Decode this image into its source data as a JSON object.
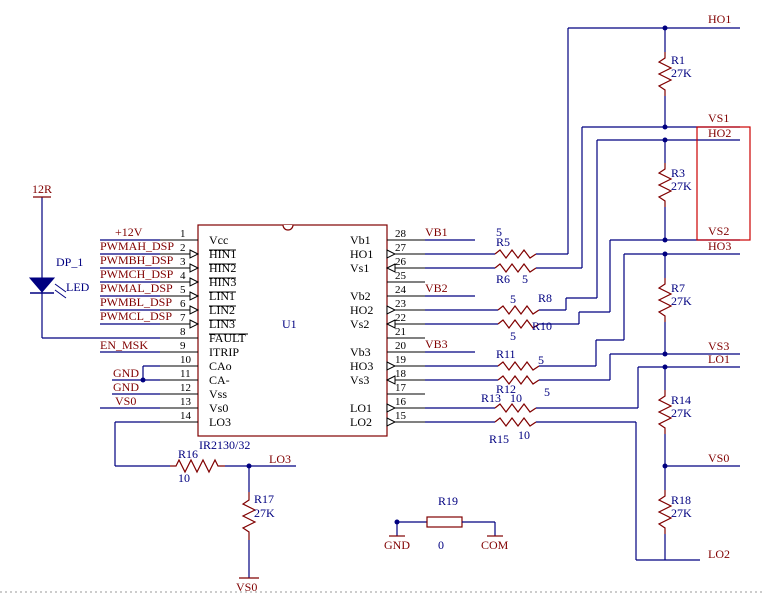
{
  "net_labels": {
    "ho1": "HO1",
    "vs1": "VS1",
    "ho2": "HO2",
    "vs2": "VS2",
    "ho3": "HO3",
    "vs3": "VS3",
    "lo1": "LO1",
    "vs0_right": "VS0",
    "lo3": "LO3",
    "vs0_bottom": "VS0",
    "plus12v": "+12V",
    "r12": "12R",
    "pwmah": "PWMAH_DSP",
    "pwmbh": "PWMBH_DSP",
    "pwmch": "PWMCH_DSP",
    "pwmal": "PWMAL_DSP",
    "pwmbl": "PWMBL_DSP",
    "pwmcl": "PWMCL_DSP",
    "en_msk": "EN_MSK",
    "gnd1": "GND",
    "gnd2": "GND",
    "vs0_left": "VS0",
    "vb1": "VB1",
    "vb2": "VB2",
    "vb3": "VB3",
    "gnd_bottom": "GND",
    "com": "COM",
    "partial_right": "LO2"
  },
  "ic": {
    "designator": "U1",
    "part_number": "IR2130/32",
    "left_pins": [
      {
        "num": "1",
        "name": "Vcc"
      },
      {
        "num": "2",
        "name": "HIN1"
      },
      {
        "num": "3",
        "name": "HIN2"
      },
      {
        "num": "4",
        "name": "HIN3"
      },
      {
        "num": "5",
        "name": "LIN1"
      },
      {
        "num": "6",
        "name": "LIN2"
      },
      {
        "num": "7",
        "name": "LIN3"
      },
      {
        "num": "8",
        "name": "FAULT"
      },
      {
        "num": "9",
        "name": "ITRIP"
      },
      {
        "num": "10",
        "name": "CAo"
      },
      {
        "num": "11",
        "name": "CA-"
      },
      {
        "num": "12",
        "name": "Vss"
      },
      {
        "num": "13",
        "name": "Vs0"
      },
      {
        "num": "14",
        "name": "LO3"
      }
    ],
    "right_pins": [
      {
        "num": "28",
        "name": "Vb1"
      },
      {
        "num": "27",
        "name": "HO1"
      },
      {
        "num": "26",
        "name": "Vs1"
      },
      {
        "num": "25",
        "name": ""
      },
      {
        "num": "24",
        "name": "Vb2"
      },
      {
        "num": "23",
        "name": "HO2"
      },
      {
        "num": "22",
        "name": "Vs2"
      },
      {
        "num": "21",
        "name": ""
      },
      {
        "num": "20",
        "name": "Vb3"
      },
      {
        "num": "19",
        "name": "HO3"
      },
      {
        "num": "18",
        "name": "Vs3"
      },
      {
        "num": "17",
        "name": ""
      },
      {
        "num": "16",
        "name": "LO1"
      },
      {
        "num": "15",
        "name": "LO2"
      }
    ]
  },
  "resistors": {
    "r1": {
      "ref": "R1",
      "value": "27K"
    },
    "r3": {
      "ref": "R3",
      "value": "27K"
    },
    "r7": {
      "ref": "R7",
      "value": "27K"
    },
    "r14": {
      "ref": "R14",
      "value": "27K"
    },
    "r18": {
      "ref": "R18",
      "value": "27K"
    },
    "r5": {
      "ref": "R5",
      "value": "5"
    },
    "r6": {
      "ref": "R6",
      "value": "5"
    },
    "r8": {
      "ref": "R8",
      "value": "5"
    },
    "r10": {
      "ref": "R10",
      "value": "5"
    },
    "r11": {
      "ref": "R11",
      "value": "5"
    },
    "r12": {
      "ref": "R12",
      "value": "5"
    },
    "r13": {
      "ref": "R13",
      "value": "10"
    },
    "r15": {
      "ref": "R15",
      "value": "10"
    },
    "r16": {
      "ref": "R16",
      "value": "10"
    },
    "r17": {
      "ref": "R17",
      "value": "27K"
    },
    "r19": {
      "ref": "R19",
      "value": "0"
    }
  },
  "led": {
    "ref": "DP_1",
    "label": "LED"
  },
  "colors": {
    "wire": "#000080",
    "net": "#800000",
    "part": "#800000",
    "highlight": "#cc0000"
  }
}
